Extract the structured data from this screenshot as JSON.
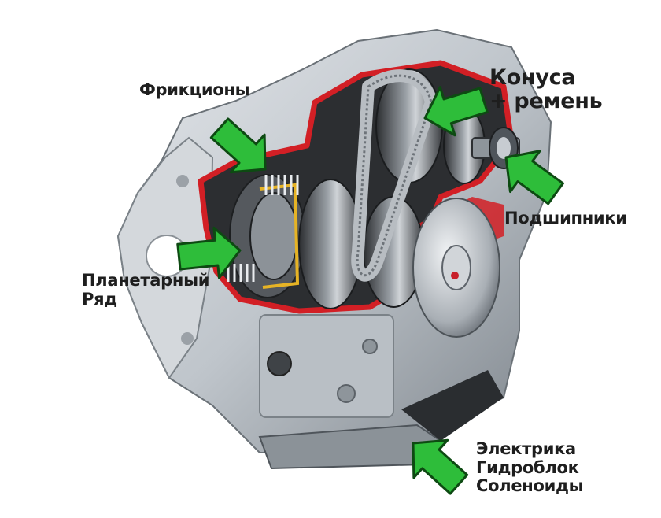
{
  "labels": {
    "clutches": "Фрикционы",
    "cones_line1": "Конуса",
    "cones_line2": "+ ремень",
    "bearings": "Подшипники",
    "planetary_line1": "Планетарный",
    "planetary_line2": "Ряд",
    "electrics_line1": "Электрика",
    "electrics_line2": "Гидроблок",
    "electrics_line3": "Соленоиды"
  },
  "colors": {
    "arrow_fill": "#2ebd3a",
    "arrow_stroke": "#0d4a12",
    "cutaway_red": "#d21f25",
    "housing": "#c9ced4",
    "housing_dark": "#6f767d",
    "label_text": "#1e1e1e"
  },
  "icons": [
    "arrow-icon"
  ]
}
